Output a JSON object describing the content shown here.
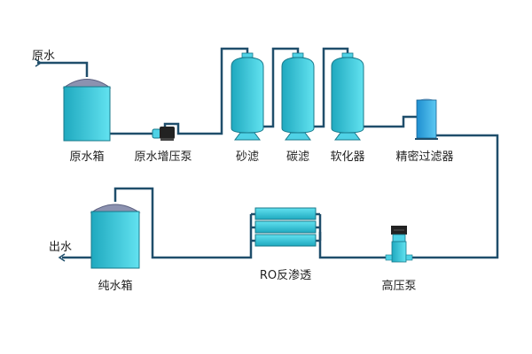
{
  "diagram": {
    "title": "Reverse osmosis water treatment process flow",
    "colors": {
      "pipe": "#1f4e6b",
      "tank_light": "#5fe0ef",
      "tank_dark": "#1fa9bf",
      "dome": "#8c92b0",
      "pump_body": "#222222"
    },
    "labels": {
      "raw_water_in": "原水",
      "raw_water_tank": "原水箱",
      "raw_water_booster_pump": "原水增压泵",
      "sand_filter": "砂滤",
      "carbon_filter": "碳滤",
      "softener": "软化器",
      "precision_filter": "精密过滤器",
      "high_pressure_pump": "高压泵",
      "ro_membrane": "RO反渗透",
      "pure_water_tank": "纯水箱",
      "water_out": "出水"
    },
    "flow": [
      "原水",
      "原水箱",
      "原水增压泵",
      "砂滤",
      "碳滤",
      "软化器",
      "精密过滤器",
      "高压泵",
      "RO反渗透",
      "纯水箱",
      "出水"
    ]
  }
}
